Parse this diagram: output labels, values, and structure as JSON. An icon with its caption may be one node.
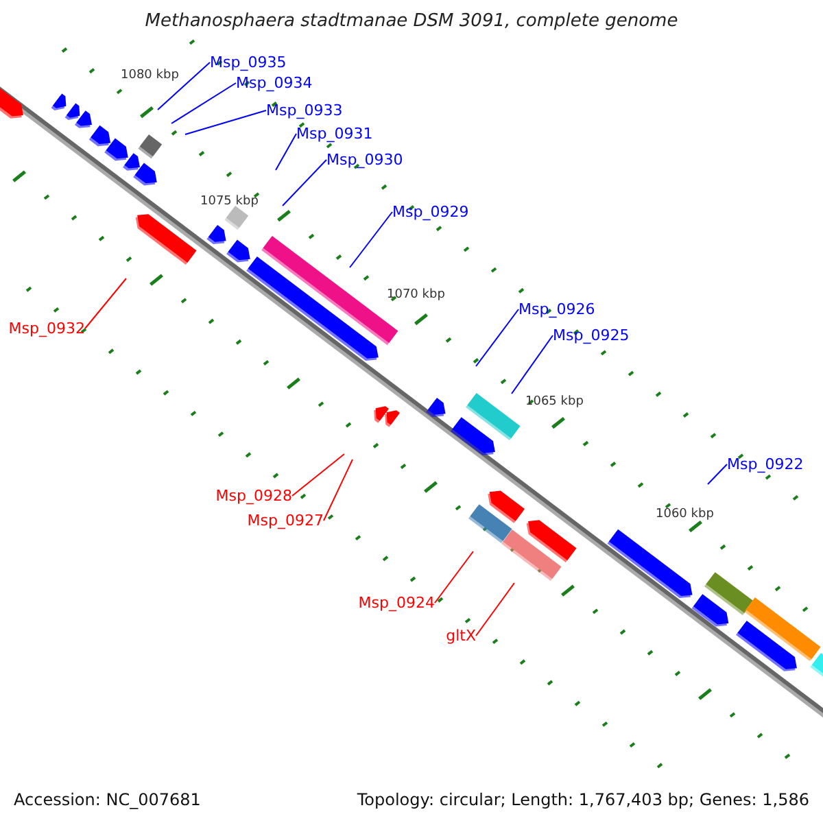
{
  "diagram": {
    "title": "Methanosphaera stadtmanae DSM 3091, complete genome",
    "nodes": [
      {
        "text": [
          "Msp_0935"
        ]
      },
      {
        "text": [
          "Msp_0934"
        ]
      },
      {
        "text": [
          "Msp_0933"
        ]
      },
      {
        "text": [
          "Msp_0931"
        ]
      },
      {
        "text": [
          "Msp_0930"
        ]
      },
      {
        "text": [
          "Msp_0929"
        ]
      },
      {
        "text": [
          "Msp_0926"
        ]
      },
      {
        "text": [
          "Msp_0932"
        ]
      },
      {
        "text": [
          "Msp_0925"
        ]
      },
      {
        "text": [
          "Msp_0922"
        ]
      },
      {
        "text": [
          "Msp_0928"
        ]
      },
      {
        "text": [
          "Msp_0927"
        ]
      },
      {
        "text": [
          "Msp_0924"
        ]
      },
      {
        "text": [
          "gltX"
        ]
      }
    ],
    "edges": [
      {
        "from": 0,
        "to": null,
        "arrow": "none"
      },
      {
        "from": 1,
        "to": null,
        "arrow": "none"
      },
      {
        "from": 2,
        "to": null,
        "arrow": "none"
      },
      {
        "from": 3,
        "to": null,
        "arrow": "none"
      },
      {
        "from": 4,
        "to": null,
        "arrow": "none"
      },
      {
        "from": 5,
        "to": null,
        "arrow": "none"
      },
      {
        "from": 6,
        "to": null,
        "arrow": "none"
      },
      {
        "from": 7,
        "to": null,
        "arrow": "none",
        "color": "#ff0000"
      },
      {
        "from": 8,
        "to": null,
        "arrow": "none"
      },
      {
        "from": 9,
        "to": null,
        "arrow": "none"
      },
      {
        "from": 10,
        "to": null,
        "arrow": "none",
        "color": "#ff0000"
      },
      {
        "from": 11,
        "to": null,
        "arrow": "none",
        "color": "#ff0000"
      },
      {
        "from": 12,
        "to": null,
        "arrow": "none",
        "color": "#ff0000"
      },
      {
        "from": 13,
        "to": null,
        "arrow": "none",
        "color": "#ff0000"
      }
    ],
    "labels": [
      "1080 kbp",
      "1075 kbp",
      "1070 kbp",
      "1065 kbp",
      "1060 kbp",
      "Accession: NC_007681",
      "Topology: circular; Length: 1,767,403 bp; Genes: 1,586"
    ]
  }
}
